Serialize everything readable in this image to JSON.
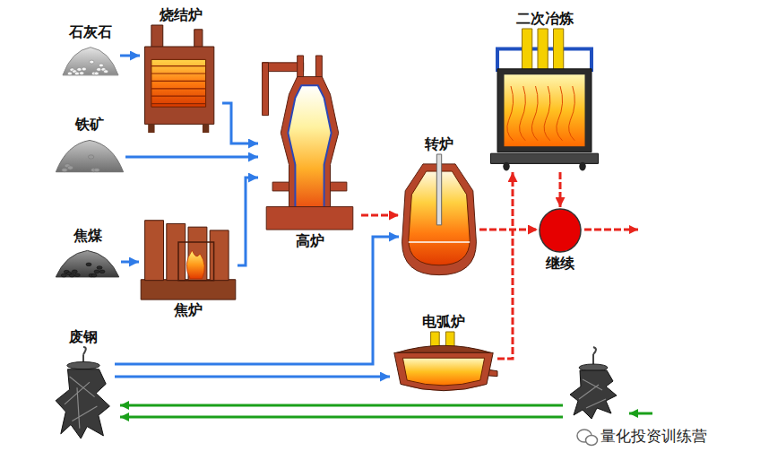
{
  "diagram": {
    "nodes": [
      {
        "text": [
          "石灰石"
        ]
      },
      {
        "text": [
          "烧结炉"
        ]
      },
      {
        "text": [
          "铁矿"
        ]
      },
      {
        "text": [
          "焦煤"
        ]
      },
      {
        "text": [
          "焦炉"
        ]
      },
      {
        "text": [
          "高炉"
        ]
      },
      {
        "text": [
          "转炉"
        ]
      },
      {
        "text": [
          "二次冶炼"
        ]
      },
      {
        "text": [
          "继续"
        ]
      },
      {
        "text": [
          "电弧炉"
        ]
      },
      {
        "text": [
          "废钢"
        ]
      }
    ],
    "edges": [
      {
        "from": 0,
        "to": 1,
        "arrow": "to"
      },
      {
        "from": 1,
        "to": 5,
        "arrow": "to"
      },
      {
        "from": 2,
        "to": 5,
        "arrow": "to"
      },
      {
        "from": 3,
        "to": 4,
        "arrow": "to"
      },
      {
        "from": 4,
        "to": 5,
        "arrow": "to"
      },
      {
        "from": 5,
        "to": 6,
        "arrow": "to"
      },
      {
        "from": 10,
        "to": 6,
        "arrow": "to"
      },
      {
        "from": 10,
        "to": 9,
        "arrow": "to"
      },
      {
        "from": 6,
        "to": 8,
        "arrow": "to"
      },
      {
        "from": 9,
        "to": 7,
        "arrow": "to"
      },
      {
        "from": 7,
        "to": 8,
        "arrow": "to"
      }
    ],
    "labels": [
      "量化投资训练营"
    ]
  }
}
